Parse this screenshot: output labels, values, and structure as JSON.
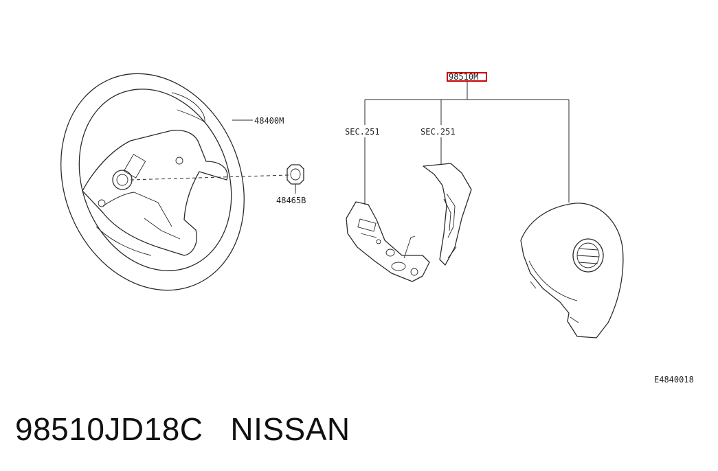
{
  "diagram": {
    "labels": {
      "steering_wheel": "48400M",
      "nut": "48465B",
      "switch_assembly_highlighted": "98510M",
      "sec_left": "SEC.251",
      "sec_right": "SEC.251",
      "drawing_code": "E4840018"
    },
    "highlight_color": "#cc0000"
  },
  "caption": {
    "part_number": "98510JD18C",
    "brand": "NISSAN"
  }
}
